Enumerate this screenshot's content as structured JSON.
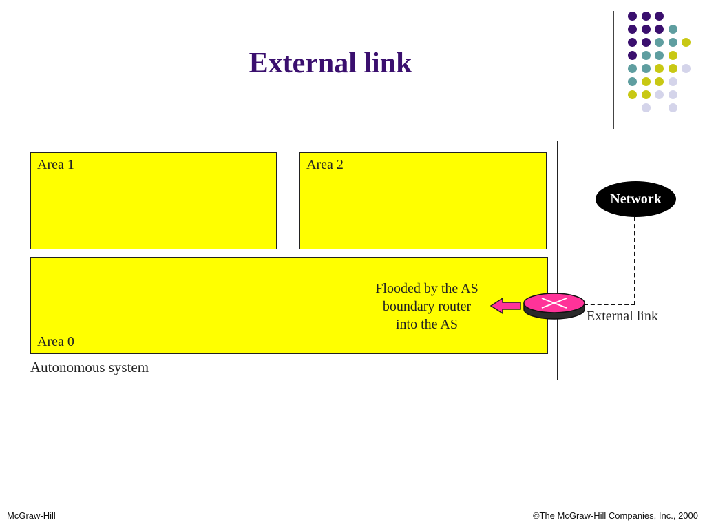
{
  "slide": {
    "title": "External link"
  },
  "diagram": {
    "areas": {
      "area1": "Area 1",
      "area2": "Area 2",
      "area0": "Area 0"
    },
    "autonomous_system_label": "Autonomous system",
    "flood_text": {
      "line1": "Flooded by the AS",
      "line2": "boundary router",
      "line3": "into the AS"
    },
    "network_label": "Network",
    "external_link_label": "External link",
    "colors": {
      "area_fill": "#ffff00",
      "router": "#ff3399",
      "arrow": "#ff3399",
      "network": "#000000",
      "title": "#3a0f6e"
    }
  },
  "decor": {
    "dot_colors": [
      "#3a0f6e",
      "#5f9ea0",
      "#c8c814",
      "#d4d4ea"
    ]
  },
  "footer": {
    "left": "McGraw-Hill",
    "right": "©The McGraw-Hill Companies, Inc., 2000"
  }
}
